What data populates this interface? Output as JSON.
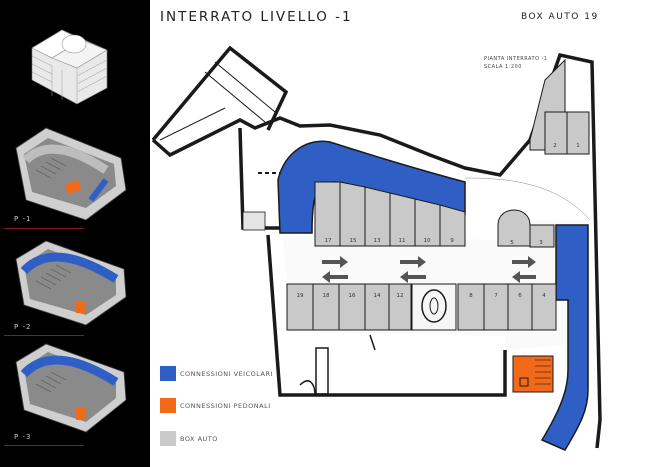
{
  "header": {
    "title": "INTERRATO LIVELLO -1",
    "box": "BOX AUTO 19",
    "plan_name": "PIANTA INTERRATO -1",
    "scale": "SCALA 1:200"
  },
  "sidebar": {
    "floors": [
      {
        "label": "P -1"
      },
      {
        "label": "P -2"
      },
      {
        "label": "P -3"
      }
    ]
  },
  "plan": {
    "top_boxes": [
      "17",
      "15",
      "13",
      "11",
      "10",
      "9"
    ],
    "right_top_boxes": [
      "5",
      "3"
    ],
    "upper_right_boxes": [
      "2",
      "1"
    ],
    "bottom_left_boxes": [
      "19",
      "18",
      "16",
      "14",
      "12"
    ],
    "bottom_right_boxes": [
      "8",
      "7",
      "6",
      "4"
    ]
  },
  "legend": [
    {
      "label": "CONNESSIONI VEICOLARI",
      "color": "#2f5fc4"
    },
    {
      "label": "CONNESSIONI PEDONALI",
      "color": "#f2691a"
    },
    {
      "label": "BOX AUTO",
      "color": "#c9c9c9"
    }
  ],
  "colors": {
    "vehicular": "#2f5fc4",
    "pedestrian": "#f2691a",
    "box": "#c9c9c9",
    "wall": "#1a1a1a",
    "sidebar": "#000000"
  }
}
